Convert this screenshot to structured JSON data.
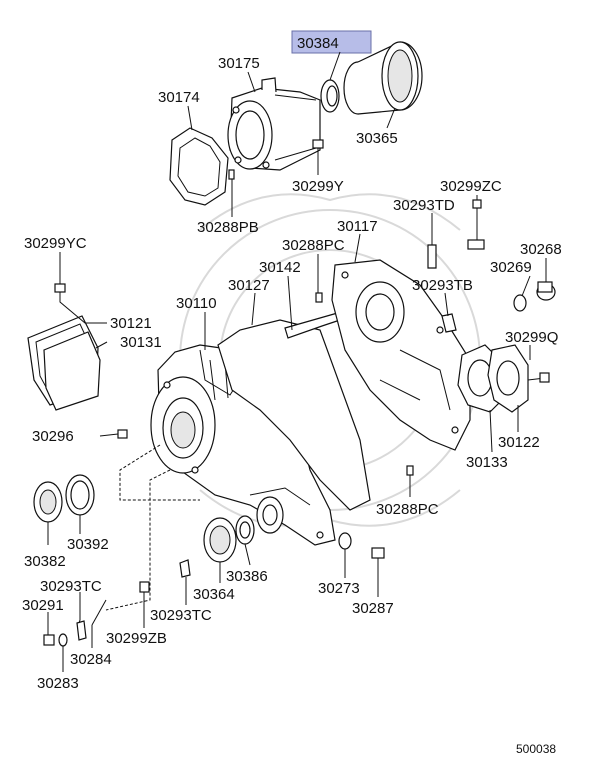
{
  "highlight_color": "#b7bde8",
  "reference_code": "500038",
  "labels": {
    "p30384": "30384",
    "p30175": "30175",
    "p30174": "30174",
    "p30365": "30365",
    "p30299Y": "30299Y",
    "p30288PB": "30288PB",
    "p30299ZC": "30299ZC",
    "p30293TD": "30293TD",
    "p30117": "30117",
    "p30288PC_a": "30288PC",
    "p30299YC": "30299YC",
    "p30268": "30268",
    "p30142": "30142",
    "p30269": "30269",
    "p30127": "30127",
    "p30293TB": "30293TB",
    "p30110": "30110",
    "p30121": "30121",
    "p30131": "30131",
    "p30299Q": "30299Q",
    "p30296": "30296",
    "p30122": "30122",
    "p30133": "30133",
    "p30392": "30392",
    "p30288PC_b": "30288PC",
    "p30382": "30382",
    "p30386": "30386",
    "p30293TC_a": "30293TC",
    "p30273": "30273",
    "p30291": "30291",
    "p30364": "30364",
    "p30293TC_b": "30293TC",
    "p30287": "30287",
    "p30299ZB": "30299ZB",
    "p30284": "30284",
    "p30283": "30283"
  }
}
